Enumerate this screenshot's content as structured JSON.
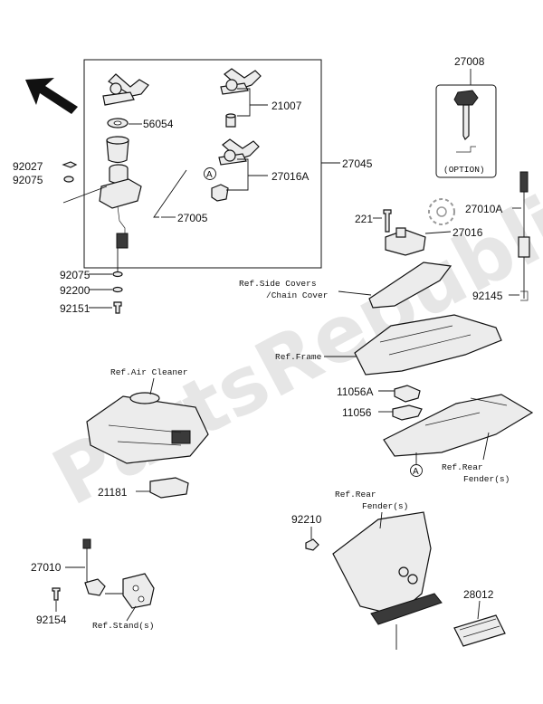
{
  "watermark": "PartsRepublik",
  "labels": {
    "p56054": "56054",
    "p21007": "21007",
    "p27016A": "27016A",
    "p27005": "27005",
    "p27045": "27045",
    "p92027": "92027",
    "p92075a": "92075",
    "p92075b": "92075",
    "p92200": "92200",
    "p92151": "92151",
    "p27008": "27008",
    "option": "(OPTION)",
    "p221": "221",
    "p27016": "27016",
    "p27010A": "27010A",
    "p92145": "92145",
    "p11056A": "11056A",
    "p11056": "11056",
    "p21181": "21181",
    "p92210": "92210",
    "p27010": "27010",
    "p92154": "92154",
    "p28012": "28012",
    "marker_a": "A"
  },
  "refs": {
    "side_covers_1": "Ref.Side Covers",
    "side_covers_2": "/Chain Cover",
    "frame": "Ref.Frame",
    "air_cleaner": "Ref.Air Cleaner",
    "rear_fender_1a": "Ref.Rear",
    "rear_fender_1b": "Fender(s)",
    "rear_fender_2a": "Ref.Rear",
    "rear_fender_2b": "Fender(s)",
    "stand": "Ref.Stand(s)"
  }
}
